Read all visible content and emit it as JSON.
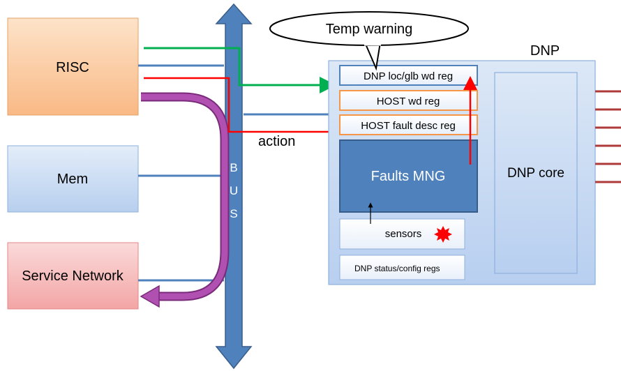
{
  "blocks": {
    "risc": "RISC",
    "mem": "Mem",
    "service_network": "Service Network"
  },
  "bus": {
    "letters": [
      "B",
      "U",
      "S"
    ]
  },
  "callout": "Temp warning",
  "edge_label": "action",
  "dnp": {
    "title": "DNP",
    "registers": {
      "glb_wd": "DNP loc/glb wd reg",
      "host_wd": "HOST wd reg",
      "host_fault": "HOST fault desc reg",
      "status_config": "DNP status/config regs"
    },
    "faults_mng": "Faults MNG",
    "sensors": "sensors",
    "core": "DNP core"
  },
  "colors": {
    "risc_fill": "#f9c89a",
    "mem_fill": "#c5d9f1",
    "service_fill": "#f6b4b4",
    "bus": "#4f81bd",
    "dnp_fill": "#c6d9f1",
    "faults_fill": "#4f81bd",
    "green_arrow": "#00b050",
    "red_arrow": "#ff0000",
    "purple_arrow": "#a040a0",
    "links": "#ae3a3a"
  },
  "icons": {
    "alert": "red-starburst-icon"
  }
}
